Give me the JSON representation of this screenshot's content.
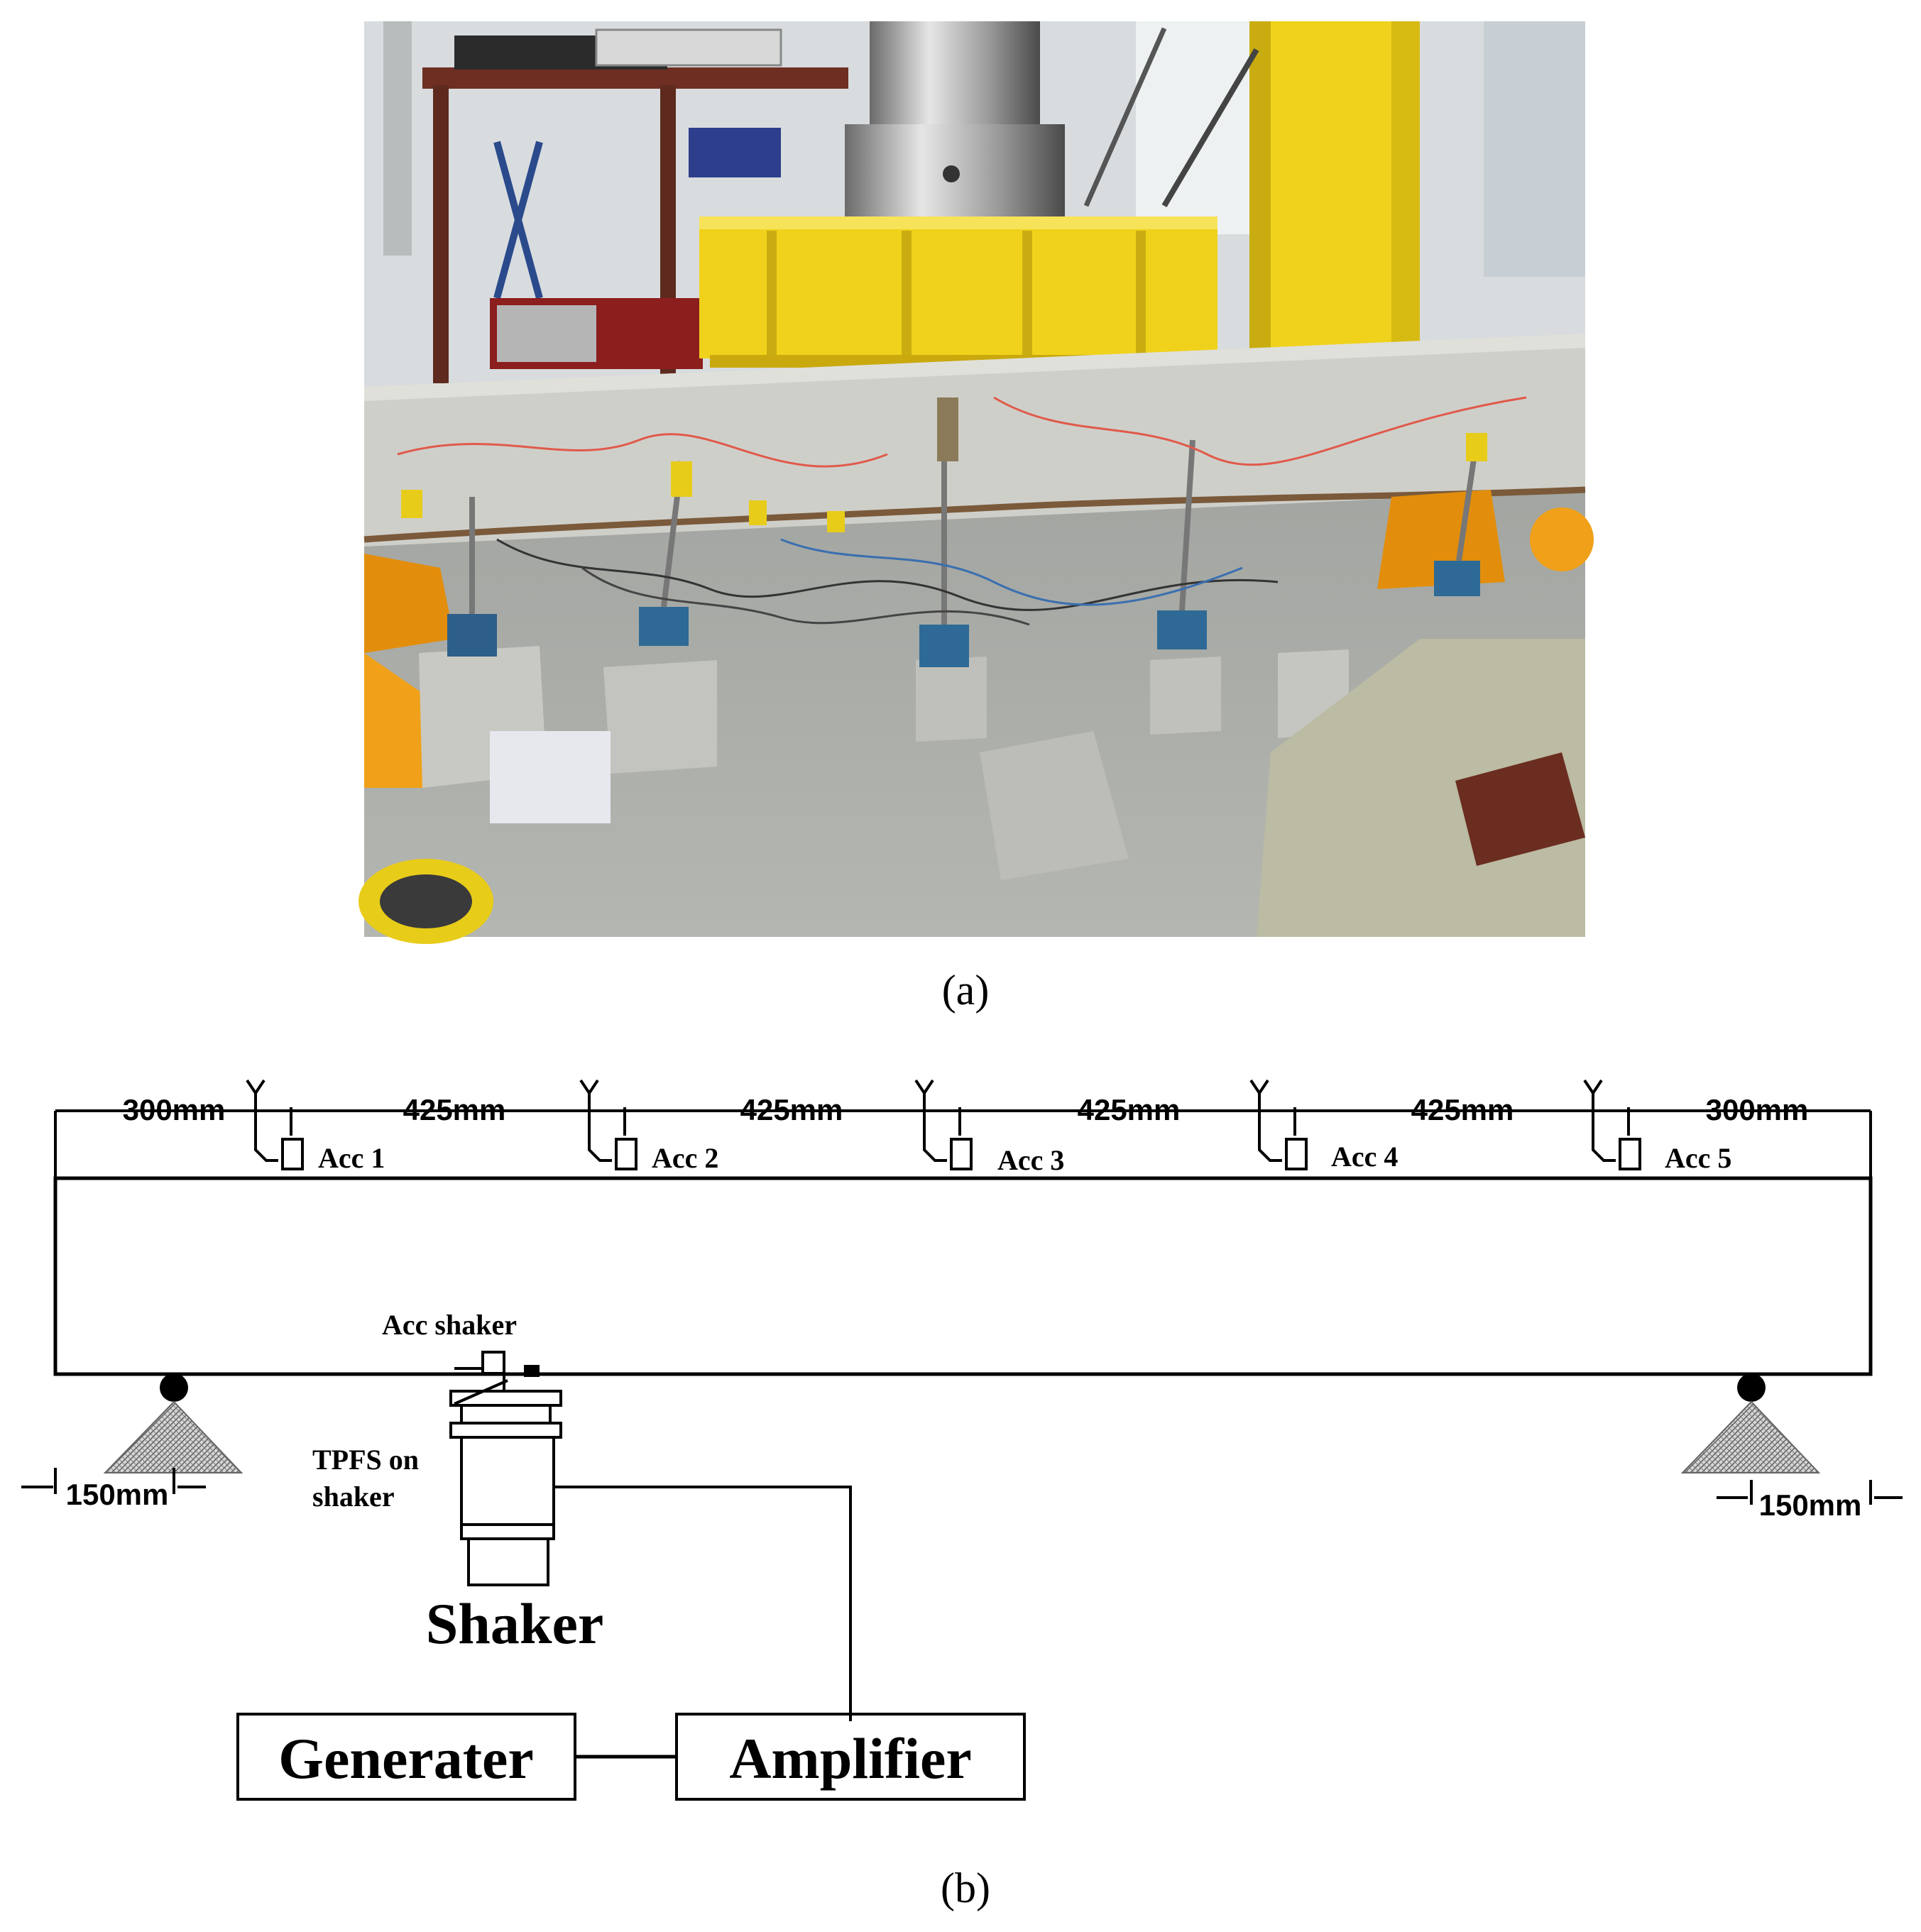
{
  "panel_a": {
    "caption": "(a)"
  },
  "panel_b": {
    "caption": "(b)",
    "spacings": [
      "300mm",
      "425mm",
      "425mm",
      "425mm",
      "425mm",
      "300mm"
    ],
    "accelerometers": [
      "Acc 1",
      "Acc 2",
      "Acc 3",
      "Acc 4",
      "Acc 5"
    ],
    "support_offsets": [
      "150mm",
      "150mm"
    ],
    "acc_shaker_label": "Acc shaker",
    "tpfs_label_line1": "TPFS on",
    "tpfs_label_line2": "shaker",
    "shaker_label": "Shaker",
    "generator_label": "Generater",
    "amplifier_label": "Amplifier"
  },
  "colors": {
    "beam_stroke": "#000000",
    "support_fill": "#bdbdbd",
    "jig_yellow": "#f0d21c",
    "concrete": "#c9c9c4",
    "floor": "#a7a9a4"
  }
}
